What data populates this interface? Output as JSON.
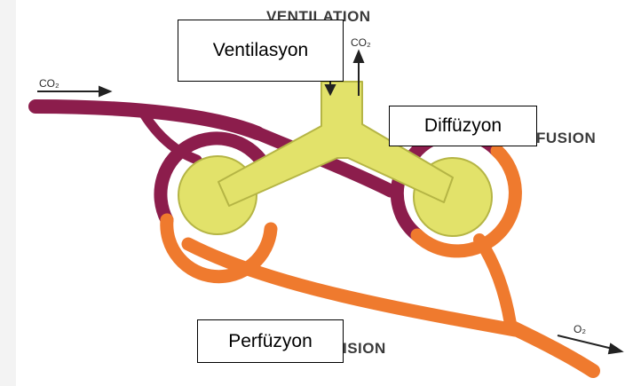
{
  "figure": {
    "background_labels": {
      "ventilation": "VENTILATION",
      "diffusion_partial": "FUSION",
      "perfusion_partial": "ISION",
      "co2_inflow": "CO₂",
      "co2_exhaled": "CO₂",
      "o2_outflow": "O₂"
    },
    "overlay_boxes": {
      "ventilasyon": "Ventilasyon",
      "diffuzyon": "Diffüzyon",
      "perfuzyon": "Perfüzyon"
    },
    "colors": {
      "venous_vessel": "#8c1d4c",
      "arterial_vessel": "#ef7a2e",
      "airway": "#e2e26a",
      "airway_outline": "#b5b545",
      "text": "#3a3a3a"
    }
  }
}
